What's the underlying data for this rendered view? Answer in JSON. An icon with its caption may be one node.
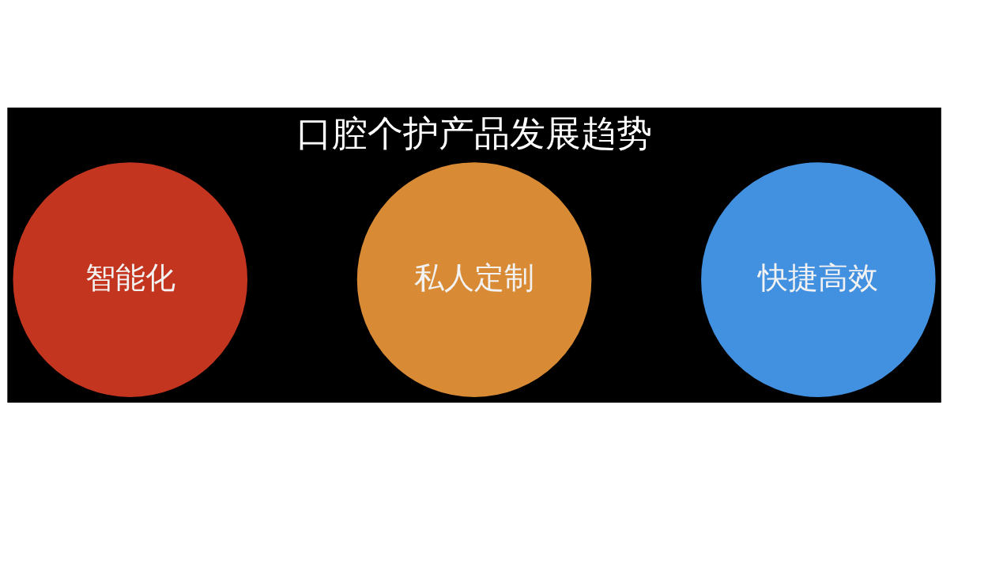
{
  "diagram": {
    "title": "口腔个护产品发展趋势",
    "nodes": [
      {
        "text": [
          "智能化"
        ]
      },
      {
        "text": [
          "私人定制"
        ]
      },
      {
        "text": [
          "快捷高效"
        ]
      }
    ],
    "edges": []
  }
}
